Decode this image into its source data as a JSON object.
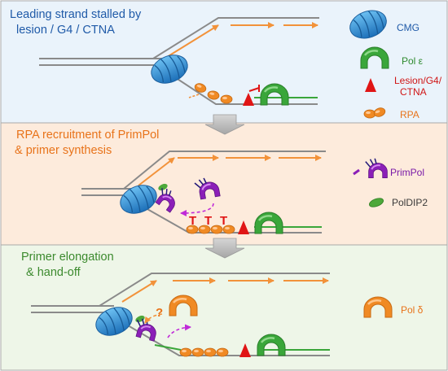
{
  "panels": [
    {
      "title_line1": "Leading strand stalled by",
      "title_line2": "lesion / G4 / CTNA",
      "title_color": "#1f5aa8",
      "background": "#eaf3fb"
    },
    {
      "title_line1": "RPA recruitment of PrimPol",
      "title_line2": "& primer synthesis",
      "title_color": "#e8731a",
      "background": "#fdebdc"
    },
    {
      "title_line1": "Primer elongation",
      "title_line2": "& hand-off",
      "title_color": "#3c8a2e",
      "background": "#eef6e8"
    }
  ],
  "legend": {
    "cmg": {
      "label": "CMG",
      "color": "#2f8fd6",
      "text_color": "#1f5aa8"
    },
    "pol_epsilon": {
      "label": "Pol ε",
      "color": "#3aa63a",
      "text_color": "#2e8a2e"
    },
    "lesion_line1": "Lesion/G4/",
    "lesion_line2": "CTNA",
    "lesion": {
      "color": "#e01515"
    },
    "rpa": {
      "label": "RPA",
      "color": "#f08a24",
      "text_color": "#e8731a"
    },
    "primpol": {
      "label": "PrimPol",
      "color": "#8b1fb8",
      "text_color": "#7a1aa8"
    },
    "poldip2": {
      "label": "PolDIP2",
      "color": "#4da83a"
    },
    "pol_delta": {
      "label": "Pol δ",
      "color": "#f08a24",
      "text_color": "#e8731a"
    }
  },
  "annotations": {
    "primer_nucleotides": [
      "T",
      "T",
      "T"
    ],
    "handoff_question": "?"
  },
  "colors": {
    "dna": "#8a8a8a",
    "new_strand": "#f2923a",
    "nascent_green": "#3aa63a",
    "transition_arrow": "#b8b8b8"
  }
}
